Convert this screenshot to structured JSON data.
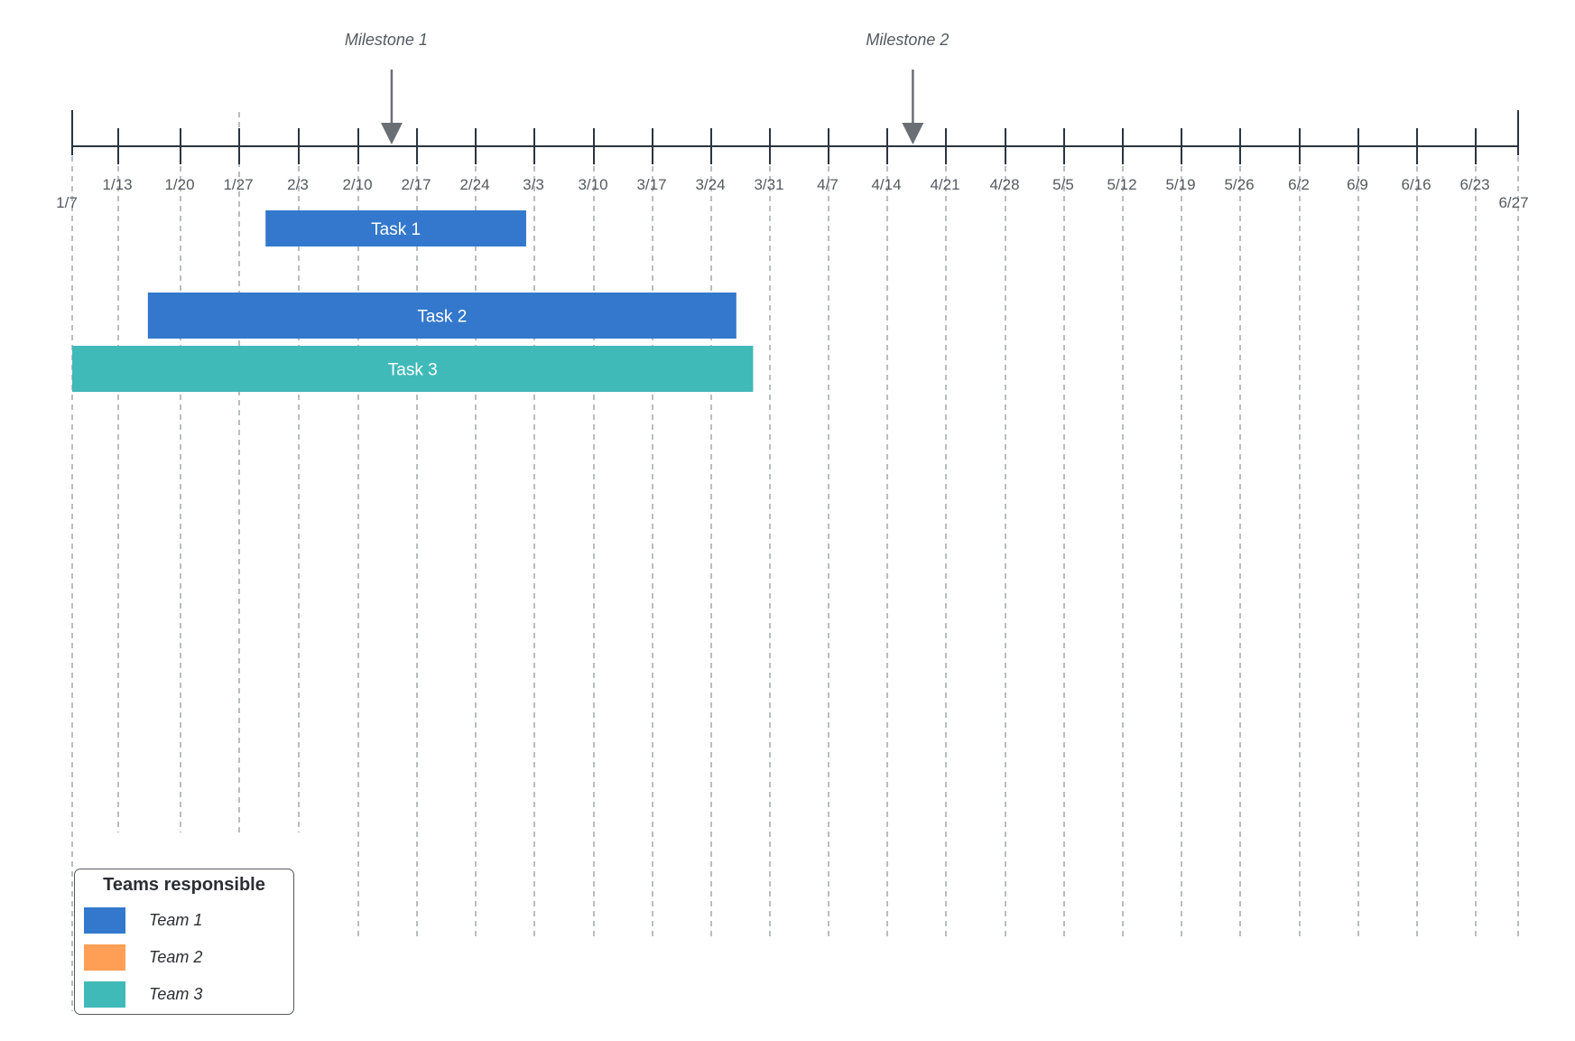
{
  "timeline": {
    "start_label": "1/7",
    "end_label": "6/27",
    "tick_labels": [
      "1/13",
      "1/20",
      "1/27",
      "2/3",
      "2/10",
      "2/17",
      "2/24",
      "3/3",
      "3/10",
      "3/17",
      "3/24",
      "3/31",
      "4/7",
      "4/14",
      "4/21",
      "4/28",
      "5/5",
      "5/12",
      "5/19",
      "5/26",
      "6/2",
      "6/9",
      "6/16",
      "6/23"
    ]
  },
  "milestones": [
    {
      "label": "Milestone 1",
      "date": "2/14"
    },
    {
      "label": "Milestone 2",
      "date": "4/16"
    }
  ],
  "tasks": [
    {
      "label": "Task 1",
      "start": "1/30",
      "end": "3/1",
      "team": "Team 1"
    },
    {
      "label": "Task 2",
      "start": "1/16",
      "end": "3/26",
      "team": "Team 1"
    },
    {
      "label": "Task 3",
      "start": "1/7",
      "end": "3/28",
      "team": "Team 3"
    }
  ],
  "legend": {
    "title": "Teams responsible",
    "items": [
      {
        "label": "Team 1",
        "color": "#3378cc"
      },
      {
        "label": "Team 2",
        "color": "#ff9f55"
      },
      {
        "label": "Team 3",
        "color": "#40b9b9"
      }
    ]
  },
  "colors": {
    "axis": "#2b3440",
    "grid": "#a3a7ab",
    "milestone_arrow": "#6a6f75"
  }
}
